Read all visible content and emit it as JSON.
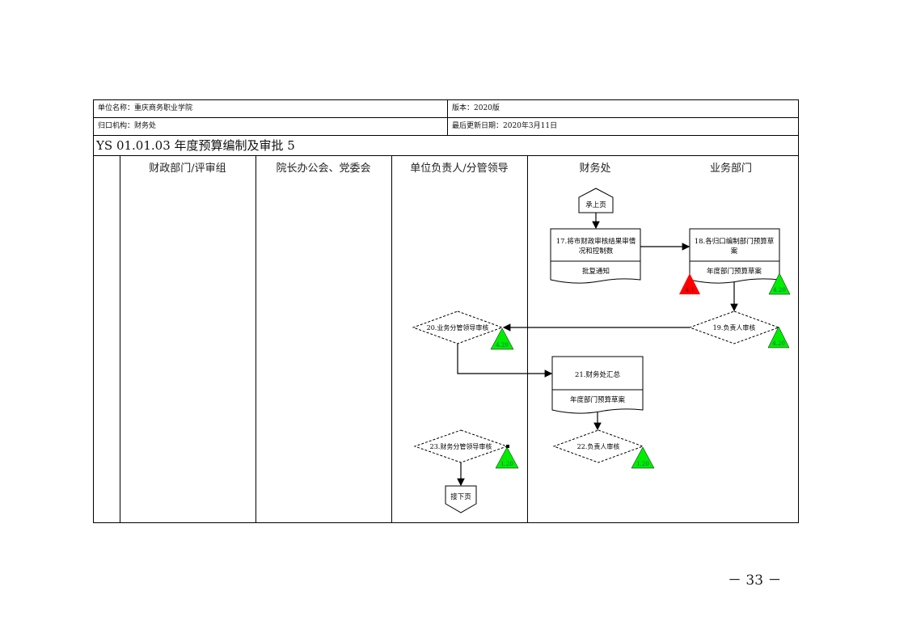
{
  "header": {
    "unit_name": "单位名称：重庆商务职业学院",
    "version": "版本：2020版",
    "department": "归口机构：财务处",
    "updated": "最后更新日期：2020年3月11日"
  },
  "title": "YS 01.01.03 年度预算编制及审批 5",
  "lanes": [
    {
      "label": "财政部门/评审组"
    },
    {
      "label": "院长办公会、党委会"
    },
    {
      "label": "单位负责人/分管领导"
    },
    {
      "label": "财务处"
    },
    {
      "label": "业务部门"
    }
  ],
  "nodes": {
    "connector_from": "承上页",
    "step17": {
      "line1": "17.将市财政审核结果审情",
      "line2": "况和控制数",
      "doc": "批复通知"
    },
    "step18": {
      "line1": "18.各归口编制部门预算草",
      "line2": "案",
      "doc": "年度部门预算草案"
    },
    "step19": "19.负责人审核",
    "step20": "20.业务分管领导审核",
    "step21": {
      "label": "21.财务处汇总",
      "doc": "年度部门预算草案"
    },
    "step22": "22.负责人审核",
    "step23": "23.财务分管领导审核",
    "connector_to": "接下页"
  },
  "risk_markers": {
    "red": {
      "label": "4.1",
      "color": "#ff0000"
    },
    "green_18": {
      "label": "4.20",
      "color": "#00ee00"
    },
    "green_19": {
      "label": "4.20",
      "color": "#00ee00"
    },
    "green_20": {
      "label": "4.20",
      "color": "#00ee00"
    },
    "green_22": {
      "label": "1.20",
      "color": "#00ee00"
    },
    "green_23": {
      "label": "1.20",
      "color": "#00ee00"
    }
  },
  "page_number": "－ 33 －"
}
